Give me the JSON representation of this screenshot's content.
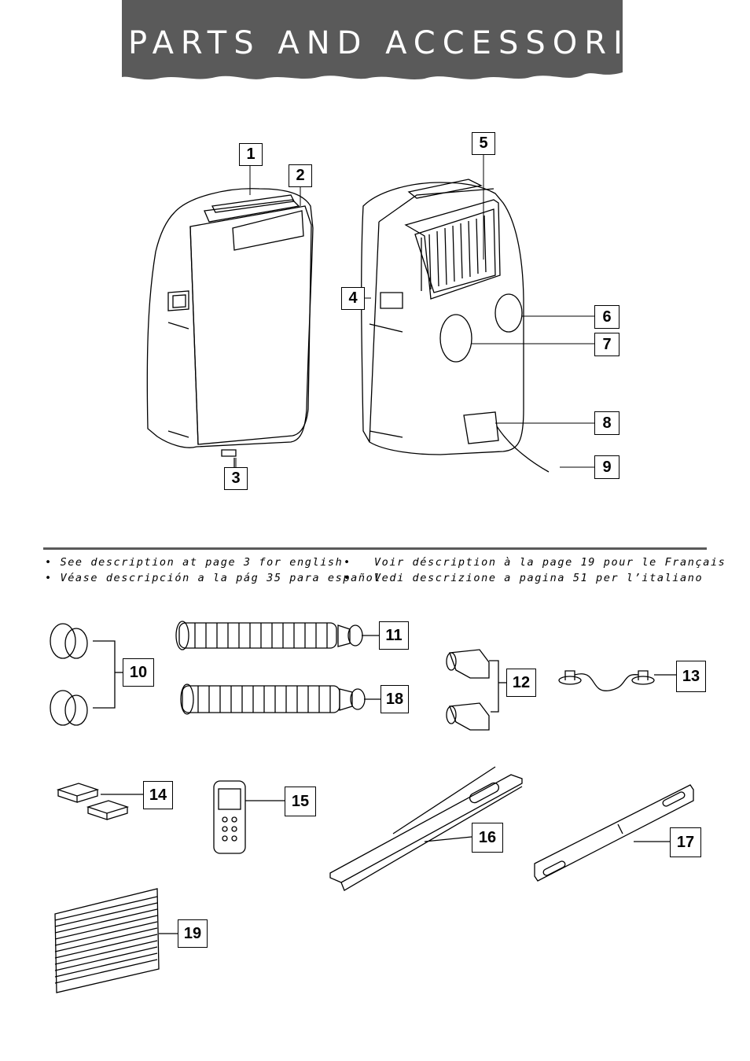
{
  "header": {
    "title": "PARTS AND ACCESSORIES"
  },
  "callouts": [
    "1",
    "2",
    "3",
    "4",
    "5",
    "6",
    "7",
    "8",
    "9",
    "10",
    "11",
    "12",
    "13",
    "14",
    "15",
    "16",
    "17",
    "18",
    "19"
  ],
  "notes": [
    {
      "bullet": "•",
      "text": "See description at page 3 for english"
    },
    {
      "bullet": "•",
      "text": "Voir déscription à la page 19 pour le Français"
    },
    {
      "bullet": "•",
      "text": "Véase descripción a la pág 35 para español"
    },
    {
      "bullet": "•",
      "text": "Vedi descrizione a pagina 51 per l’italiano"
    }
  ],
  "colors": {
    "banner": "#5a5a5a",
    "rule": "#5a5a5a",
    "line": "#000000"
  }
}
